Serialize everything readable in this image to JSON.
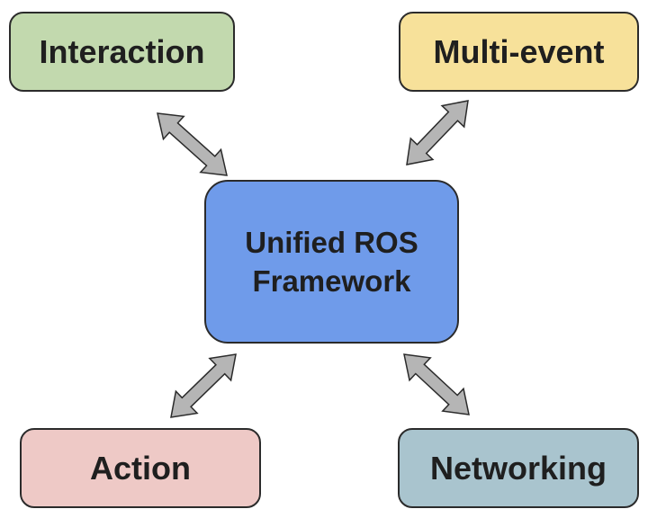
{
  "diagram": {
    "center": {
      "line1": "Unified ROS",
      "line2": "Framework"
    },
    "nodes": {
      "interaction": "Interaction",
      "multi_event": "Multi-event",
      "action": "Action",
      "networking": "Networking"
    }
  },
  "colors": {
    "center_fill": "#6f9bea",
    "interaction_fill": "#c2d9ae",
    "multi_event_fill": "#f7e19a",
    "action_fill": "#eec9c6",
    "networking_fill": "#a9c4ce",
    "arrow_fill": "#b5b5b5",
    "border": "#2b2b2b"
  }
}
